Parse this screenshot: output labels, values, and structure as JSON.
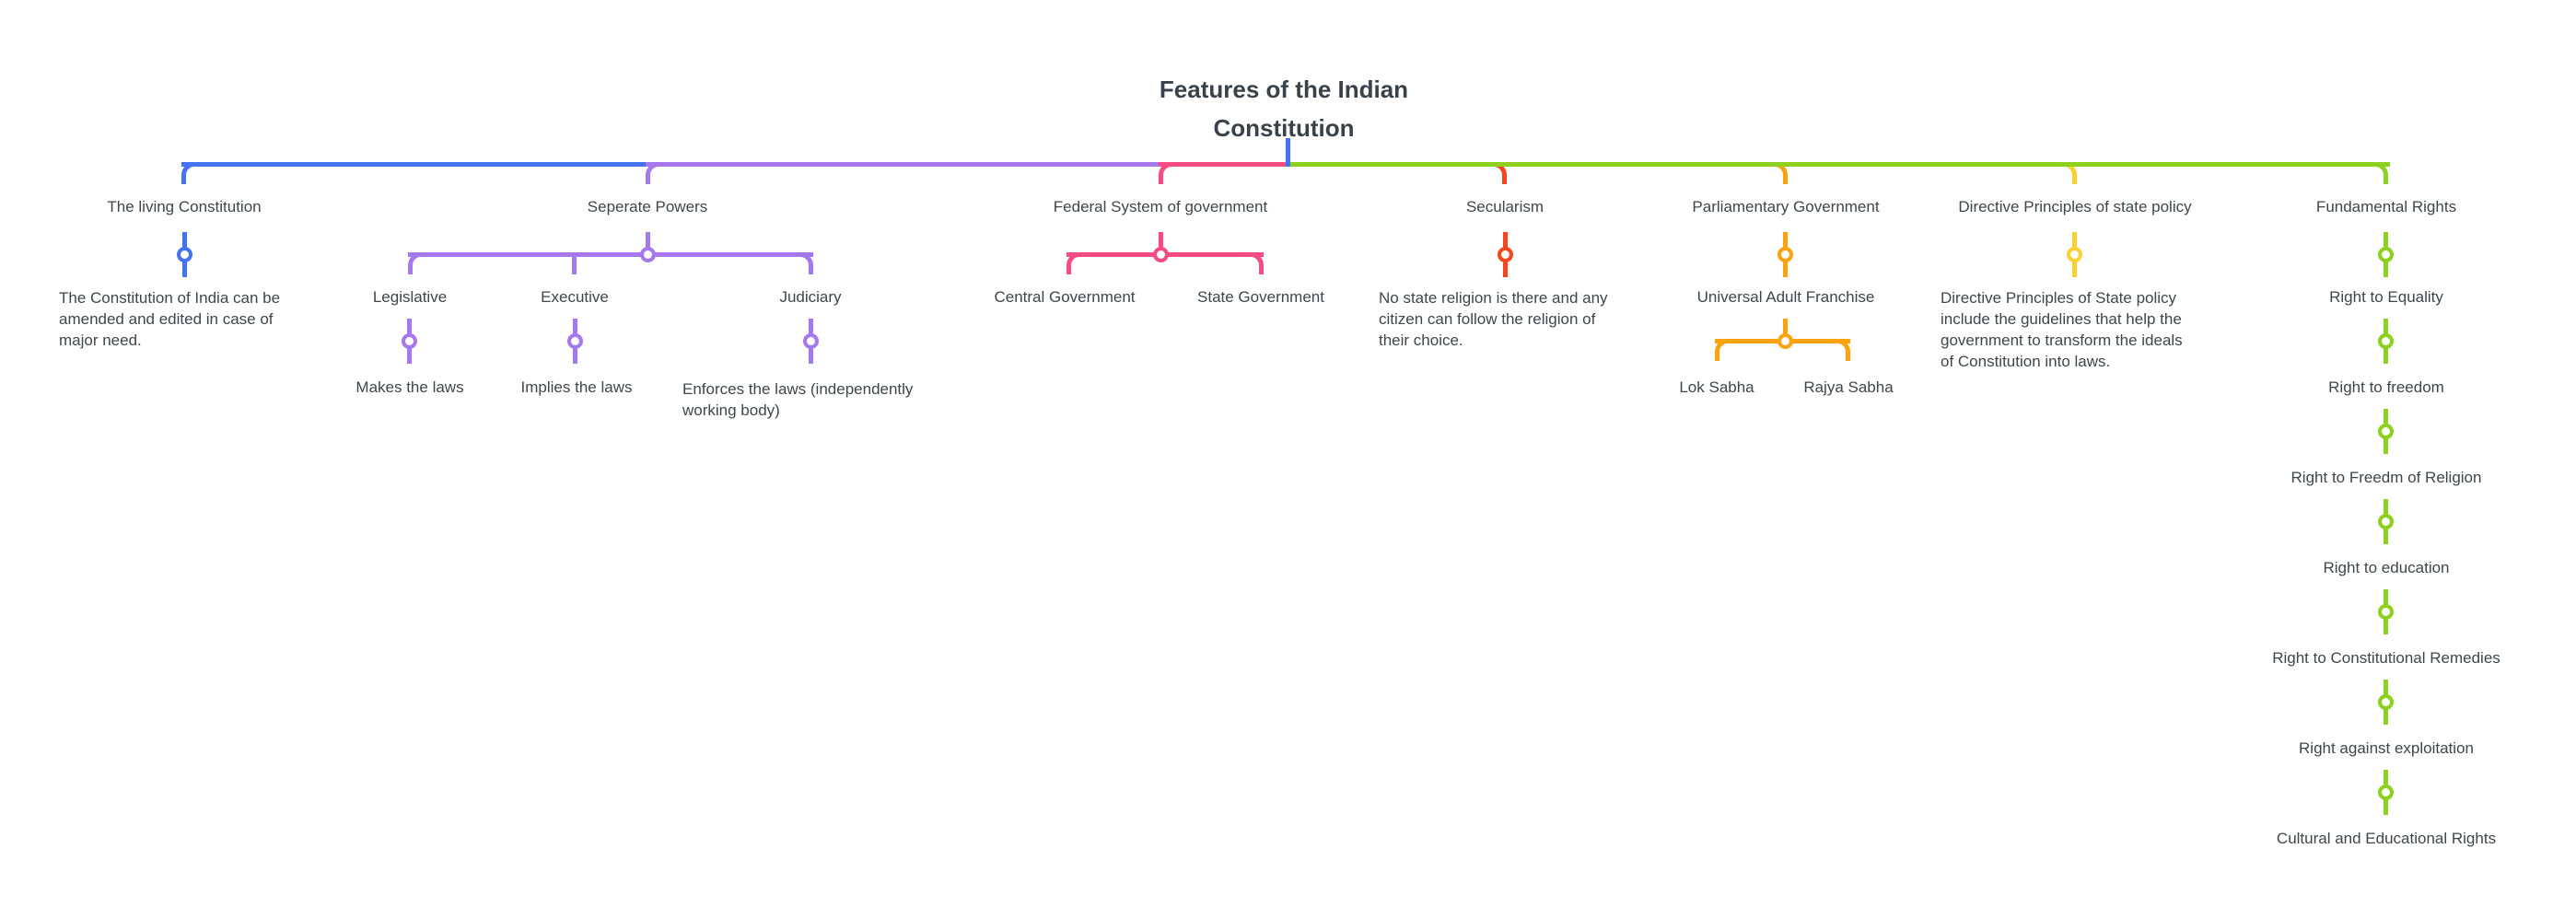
{
  "title": {
    "lines": [
      "Features of the Indian",
      "Constitution"
    ]
  },
  "colors": {
    "blue": "#4473F2",
    "purple": "#A678F0",
    "pink": "#F74C82",
    "red": "#F5461D",
    "orange": "#FBA30F",
    "yellow": "#F9D231",
    "green": "#8DD01D",
    "text": "#3E464E",
    "background": "#FFFFFF"
  },
  "branches": [
    {
      "label": "The living Constitution",
      "color": "#4473F2",
      "description_lines": [
        "The Constitution of India can be",
        "amended and edited in case of",
        "major need."
      ]
    },
    {
      "label": "Seperate Powers",
      "color": "#A678F0",
      "children": [
        {
          "label": "Legislative",
          "note_lines": [
            "Makes the laws"
          ]
        },
        {
          "label": "Executive",
          "note_lines": [
            "Implies the laws"
          ]
        },
        {
          "label": "Judiciary",
          "note_lines": [
            "Enforces the laws (independently",
            "working body)"
          ]
        }
      ]
    },
    {
      "label": "Federal System of government",
      "color": "#F74C82",
      "children": [
        {
          "label": "Central Government"
        },
        {
          "label": "State Government"
        }
      ]
    },
    {
      "label": "Secularism",
      "color": "#F5461D",
      "description_lines": [
        "No state religion is there and any",
        "citizen can follow the religion of",
        "their choice."
      ]
    },
    {
      "label": "Parliamentary Government",
      "color": "#FBA30F",
      "children": [
        {
          "label": "Universal Adult Franchise",
          "children": [
            {
              "label": "Lok Sabha"
            },
            {
              "label": "Rajya Sabha"
            }
          ]
        }
      ]
    },
    {
      "label": "Directive Principles of state policy",
      "color": "#F9D231",
      "description_lines": [
        "Directive Principles of State policy",
        "include the guidelines that help the",
        "government to transform the ideals",
        "of Constitution into laws."
      ]
    },
    {
      "label": "Fundamental Rights",
      "color": "#8DD01D",
      "children": [
        {
          "label": "Right to Equality"
        },
        {
          "label": "Right to freedom"
        },
        {
          "label": "Right to Freedm of Religion"
        },
        {
          "label": "Right to education"
        },
        {
          "label": "Right to Constitutional Remedies"
        },
        {
          "label": "Right against exploitation"
        },
        {
          "label": "Cultural and Educational Rights"
        }
      ]
    }
  ]
}
